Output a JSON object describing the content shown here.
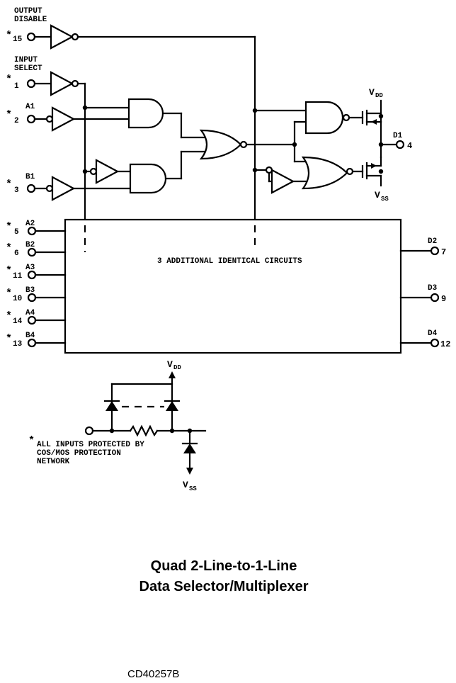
{
  "labels": {
    "output_disable": [
      "OUTPUT",
      "DISABLE"
    ],
    "input_select": [
      "INPUT",
      "SELECT"
    ],
    "a1": "A1",
    "b1": "B1",
    "vdd": "V",
    "vdd_sub": "DD",
    "vss": "V",
    "vss_sub": "SS",
    "d1": "D1",
    "block_text": "3 ADDITIONAL IDENTICAL CIRCUITS",
    "protection_note": [
      "ALL INPUTS PROTECTED BY",
      "COS/MOS PROTECTION",
      "NETWORK"
    ]
  },
  "pins": {
    "p15": "15",
    "p1": "1",
    "p2": "2",
    "p3": "3",
    "p4": "4",
    "p5": "5",
    "p6": "6",
    "p11": "11",
    "p10": "10",
    "p14": "14",
    "p13": "13",
    "p7": "7",
    "p9": "9",
    "p12": "12"
  },
  "left_inputs": [
    "A2",
    "B2",
    "A3",
    "B3",
    "A4",
    "B4"
  ],
  "right_outputs": [
    "D2",
    "D3",
    "D4"
  ],
  "title": [
    "Quad 2-Line-to-1-Line",
    "Data Selector/Multiplexer"
  ],
  "part_number": "CD40257B"
}
